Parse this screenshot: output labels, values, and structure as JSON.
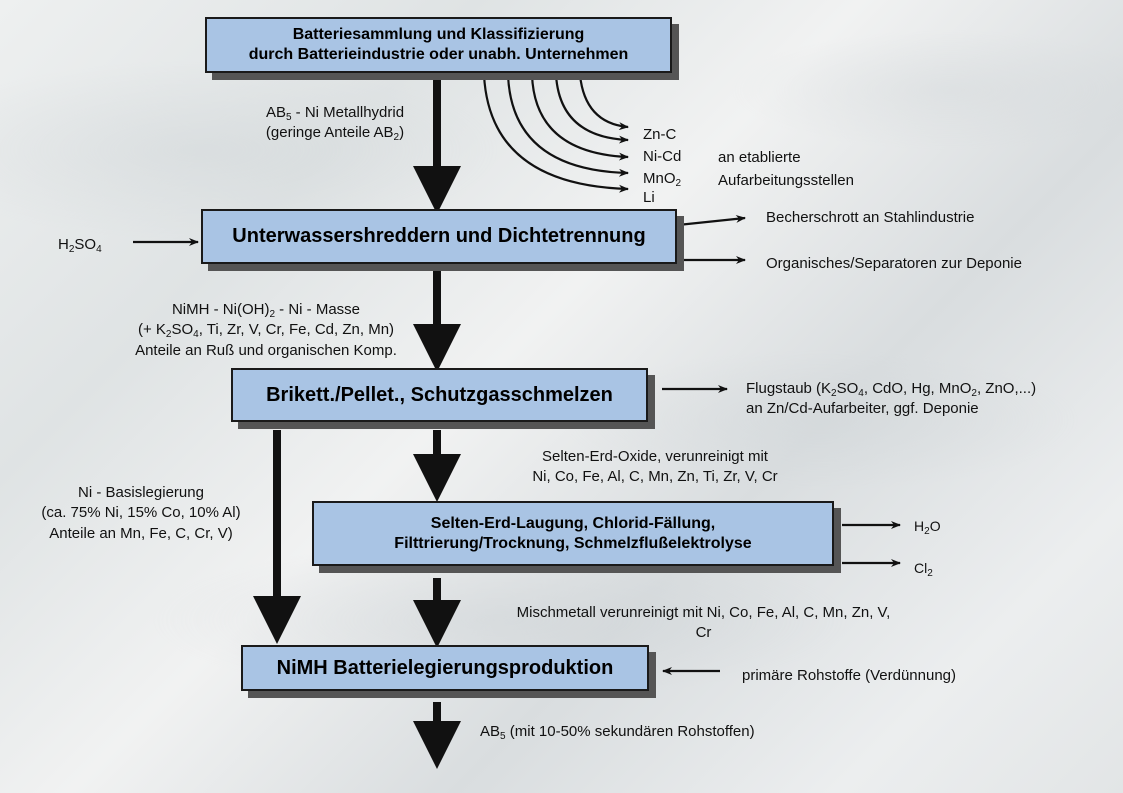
{
  "boxes": {
    "collection_line1": "Batteriesammlung und Klassifizierung",
    "collection_line2": "durch Batterieindustrie oder unabh. Unternehmen",
    "shredder": "Unterwassershreddern und Dichtetrennung",
    "pellet": "Brikett./Pellet., Schutzgasschmelzen",
    "leaching_line1": "Selten-Erd-Laugung, Chlorid-Fällung,",
    "leaching_line2": "Filttrierung/Trocknung, Schmelzflußelektrolyse",
    "alloy": "NiMH Batterielegierungsproduktion"
  },
  "labels": {
    "ab5_a": "AB",
    "ab5_sub": "5",
    "ab5_b": " - Ni Metallhydrid",
    "ab2_a": "(geringe Anteile AB",
    "ab2_sub": "2",
    "ab2_b": ")",
    "zn_c": "Zn-C",
    "ni_cd": "Ni-Cd",
    "mno2_a": "MnO",
    "mno2_sub": "2",
    "li": "Li",
    "etablierte_1": "an etablierte",
    "etablierte_2": "Aufarbeitungsstellen",
    "h2so4_a": "H",
    "h2so4_sub1": "2",
    "h2so4_b": "SO",
    "h2so4_sub2": "4",
    "becher": "Becherschrott an Stahlindustrie",
    "organisch": "Organisches/Separatoren zur Deponie",
    "nimh_1a": "NiMH - Ni(OH)",
    "nimh_1sub": "2",
    "nimh_1b": " - Ni - Masse",
    "nimh_2a": "(+ K",
    "nimh_2sub1": "2",
    "nimh_2b": "SO",
    "nimh_2sub2": "4",
    "nimh_2c": ", Ti, Zr, V, Cr, Fe, Cd, Zn, Mn)",
    "nimh_3": "Anteile an Ruß und organischen Komp.",
    "flug_a": "Flugstaub (K",
    "flug_sub1": "2",
    "flug_b": "SO",
    "flug_sub2": "4",
    "flug_c": ", CdO, Hg, MnO",
    "flug_sub3": "2",
    "flug_d": ", ZnO,...)",
    "flug_2": "an Zn/Cd-Aufarbeiter, ggf. Deponie",
    "selten_1": "Selten-Erd-Oxide, verunreinigt mit",
    "selten_2": "Ni, Co, Fe, Al, C, Mn, Zn, Ti, Zr, V, Cr",
    "ni_basis_1": "Ni - Basislegierung",
    "ni_basis_2": "(ca. 75% Ni, 15% Co, 10% Al)",
    "ni_basis_3": "Anteile an Mn, Fe, C, Cr, V)",
    "h2o_a": "H",
    "h2o_sub": "2",
    "h2o_b": "O",
    "cl2_a": "Cl",
    "cl2_sub": "2",
    "misch_1": "Mischmetall verunreinigt mit Ni, Co, Fe, Al, C, Mn, Zn, V,",
    "misch_2": "Cr",
    "primaer": "primäre Rohstoffe (Verdünnung)",
    "ab5_out_a": "AB",
    "ab5_out_sub": "5",
    "ab5_out_b": " (mit 10-50% sekundären Rohstoffen)"
  },
  "colors": {
    "box_fill": "#a9c4e4",
    "box_shadow": "#555555",
    "arrow": "#111111"
  }
}
